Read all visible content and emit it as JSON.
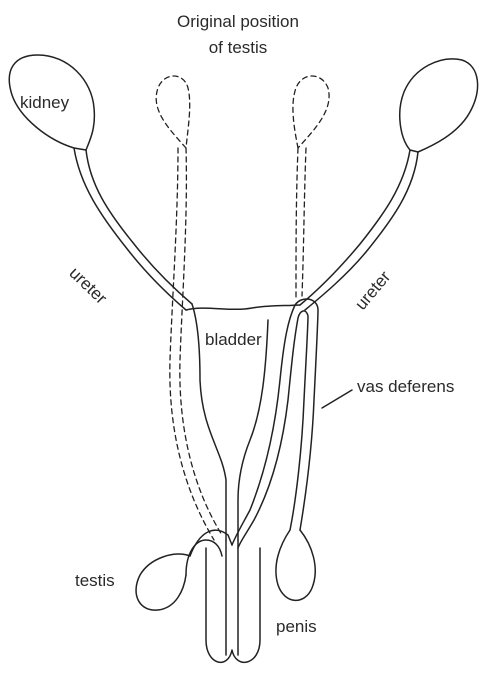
{
  "labels": {
    "title_line1": "Original position",
    "title_line2": "of testis",
    "kidney": "kidney",
    "ureter_left": "ureter",
    "ureter_right": "ureter",
    "bladder": "bladder",
    "vas_deferens": "vas deferens",
    "testis": "testis",
    "penis": "penis"
  }
}
